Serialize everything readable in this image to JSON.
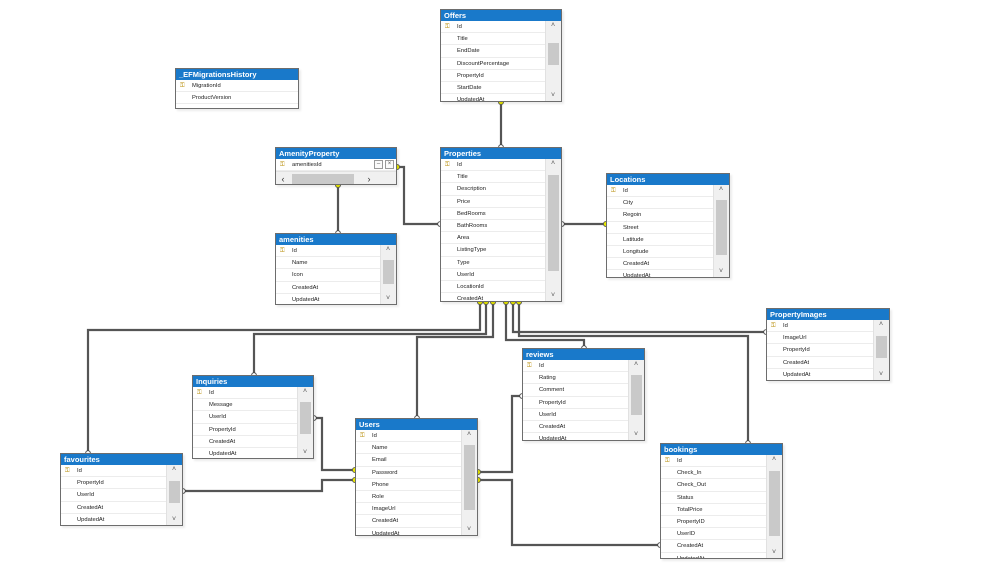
{
  "diagram": {
    "tables": [
      {
        "id": "offers",
        "name": "Offers",
        "key_icon": "key-icon",
        "fields": [
          "Id",
          "Title",
          "EndDate",
          "DiscountPercentage",
          "PropertyId",
          "StartDate",
          "UpdatedAt"
        ]
      },
      {
        "id": "efmig",
        "name": "_EFMigrationsHistory",
        "key_icon": "key-icon",
        "fields": [
          "MigrationId",
          "ProductVersion"
        ]
      },
      {
        "id": "amenityprop",
        "name": "AmenityProperty",
        "key_icon": "key-icon",
        "fields": [
          "amenitiesId"
        ]
      },
      {
        "id": "properties",
        "name": "Properties",
        "key_icon": "key-icon",
        "fields": [
          "Id",
          "Title",
          "Description",
          "Price",
          "BedRooms",
          "BathRooms",
          "Area",
          "ListingType",
          "Type",
          "UserId",
          "LocationId",
          "CreatedAt"
        ]
      },
      {
        "id": "locations",
        "name": "Locations",
        "key_icon": "key-icon",
        "fields": [
          "Id",
          "City",
          "Regoin",
          "Street",
          "Latitude",
          "Longitude",
          "CreatedAt",
          "UpdatedAt"
        ]
      },
      {
        "id": "amenities",
        "name": "amenities",
        "key_icon": "key-icon",
        "fields": [
          "Id",
          "Name",
          "Icon",
          "CreatedAt",
          "UpdatedAt"
        ]
      },
      {
        "id": "propimages",
        "name": "PropertyImages",
        "key_icon": "key-icon",
        "fields": [
          "Id",
          "ImageUrl",
          "PropertyId",
          "CreatedAt",
          "UpdatedAt"
        ]
      },
      {
        "id": "reviews",
        "name": "reviews",
        "key_icon": "key-icon",
        "fields": [
          "Id",
          "Rating",
          "Comment",
          "PropertyId",
          "UserId",
          "CreatedAt",
          "UpdatedAt"
        ]
      },
      {
        "id": "inquiries",
        "name": "Inquiries",
        "key_icon": "key-icon",
        "fields": [
          "Id",
          "Message",
          "UserId",
          "PropertyId",
          "CreatedAt",
          "UpdatedAt"
        ]
      },
      {
        "id": "users",
        "name": "Users",
        "key_icon": "key-icon",
        "fields": [
          "Id",
          "Name",
          "Email",
          "Password",
          "Phone",
          "Role",
          "ImageUrl",
          "CreatedAt",
          "UpdatedAt"
        ]
      },
      {
        "id": "favourites",
        "name": "favourites",
        "key_icon": "key-icon",
        "fields": [
          "Id",
          "PropertyId",
          "UserId",
          "CreatedAt",
          "UpdatedAt"
        ]
      },
      {
        "id": "bookings",
        "name": "bookings",
        "key_icon": "key-icon",
        "fields": [
          "Id",
          "Check_In",
          "Check_Out",
          "Status",
          "TotalPrice",
          "PropertyID",
          "UserID",
          "CreatedAt",
          "UpdatedAt"
        ]
      }
    ],
    "relationships": [
      {
        "from": "offers",
        "to": "properties",
        "type": "one-to-many"
      },
      {
        "from": "amenityprop",
        "to": "amenities",
        "type": "one-to-many"
      },
      {
        "from": "amenityprop",
        "to": "properties",
        "type": "one-to-many"
      },
      {
        "from": "locations",
        "to": "properties",
        "type": "one-to-many"
      },
      {
        "from": "properties",
        "to": "favourites",
        "type": "one-to-many"
      },
      {
        "from": "properties",
        "to": "inquiries",
        "type": "one-to-many"
      },
      {
        "from": "properties",
        "to": "users",
        "type": "one-to-many"
      },
      {
        "from": "properties",
        "to": "reviews",
        "type": "one-to-many"
      },
      {
        "from": "properties",
        "to": "propimages",
        "type": "one-to-many"
      },
      {
        "from": "properties",
        "to": "bookings",
        "type": "one-to-many"
      },
      {
        "from": "users",
        "to": "inquiries",
        "type": "one-to-many"
      },
      {
        "from": "users",
        "to": "favourites",
        "type": "one-to-many"
      },
      {
        "from": "users",
        "to": "reviews",
        "type": "one-to-many"
      },
      {
        "from": "users",
        "to": "bookings",
        "type": "one-to-many"
      }
    ],
    "colors": {
      "header": "#1979ca",
      "line": "#555555",
      "key": "#d4aa00",
      "connector": "#e8e800"
    }
  }
}
